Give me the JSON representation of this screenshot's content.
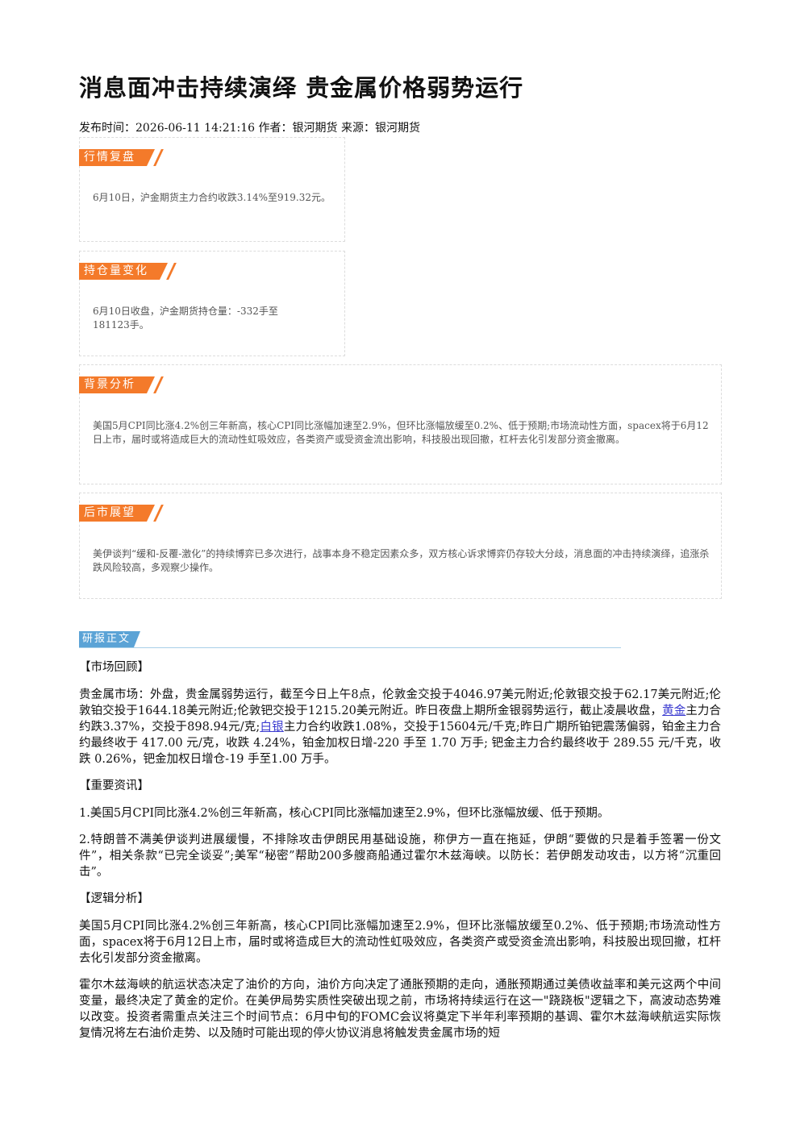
{
  "article": {
    "title": "消息面冲击持续演绎 贵金属价格弱势运行",
    "meta": "发布时间：2026-06-11 14:21:16 作者：银河期货 来源：银河期货"
  },
  "summary": {
    "market_review": {
      "label": "行情复盘",
      "text": "6月10日，沪金期货主力合约收跌3.14%至919.32元。"
    },
    "position_change": {
      "label": "持仓量变化",
      "text": "6月10日收盘，沪金期货持仓量：-332手至181123手。"
    },
    "background": {
      "label": "背景分析",
      "text": "美国5月CPI同比涨4.2%创三年新高，核心CPI同比涨幅加速至2.9%，但环比涨幅放缓至0.2%、低于预期;市场流动性方面，spacex将于6月12日上市，届时或将造成巨大的流动性虹吸效应，各类资产或受资金流出影响，科技股出现回撤，杠杆去化引发部分资金撤离。"
    },
    "outlook": {
      "label": "后市展望",
      "text": "美伊谈判“缓和-反覆-激化”的持续博弈已多次进行，战事本身不稳定因素众多，双方核心诉求博弈仍存较大分歧，消息面的冲击持续演绎，追涨杀跌风险较高，多观察少操作。"
    }
  },
  "report": {
    "label": "研报正文",
    "market_heading": "【市场回顾】",
    "market_p1_a": "贵金属市场：外盘，贵金属弱势运行，截至今日上午8点，伦敦金交投于4046.97美元附近;伦敦银交投于62.17美元附近;伦敦铂交投于1644.18美元附近;伦敦钯交投于1215.20美元附近。昨日夜盘上期所金银弱势运行，截止凌晨收盘，",
    "link_gold": "黄金",
    "market_p1_b": "主力合约跌3.37%，交投于898.94元/克;",
    "link_silver": "白银",
    "market_p1_c": "主力合约收跌1.08%，交投于15604元/千克;昨日广期所铂钯震荡偏弱，铂金主力合约最终收于 417.00 元/克，收跌 4.24%，铂金加权日增-220 手至 1.70 万手; 钯金主力合约最终收于 289.55 元/千克，收跌 0.26%，钯金加权日增仓-19 手至1.00 万手。",
    "news_heading": "【重要资讯】",
    "news_1": "1.美国5月CPI同比涨4.2%创三年新高，核心CPI同比涨幅加速至2.9%，但环比涨幅放缓、低于预期。",
    "news_2": "2.特朗普不满美伊谈判进展缓慢，不排除攻击伊朗民用基础设施，称伊方一直在拖延，伊朗“要做的只是着手签署一份文件”，相关条款“已完全谈妥”;美军“秘密”帮助200多艘商船通过霍尔木兹海峡。以防长：若伊朗发动攻击，以方将“沉重回击”。",
    "logic_heading": "【逻辑分析】",
    "logic_1": "美国5月CPI同比涨4.2%创三年新高，核心CPI同比涨幅加速至2.9%，但环比涨幅放缓至0.2%、低于预期;市场流动性方面，spacex将于6月12日上市，届时或将造成巨大的流动性虹吸效应，各类资产或受资金流出影响，科技股出现回撤，杠杆去化引发部分资金撤离。",
    "logic_2": "霍尔木兹海峡的航运状态决定了油价的方向，油价方向决定了通胀预期的走向，通胀预期通过美债收益率和美元这两个中间变量，最终决定了黄金的定价。在美伊局势实质性突破出现之前，市场将持续运行在这一\"跷跷板\"逻辑之下，高波动态势难以改变。投资者需重点关注三个时间节点：6月中旬的FOMC会议将奠定下半年利率预期的基调、霍尔木兹海峡航运实际恢复情况将左右油价走势、以及随时可能出现的停火协议消息将触发贵金属市场的短"
  }
}
